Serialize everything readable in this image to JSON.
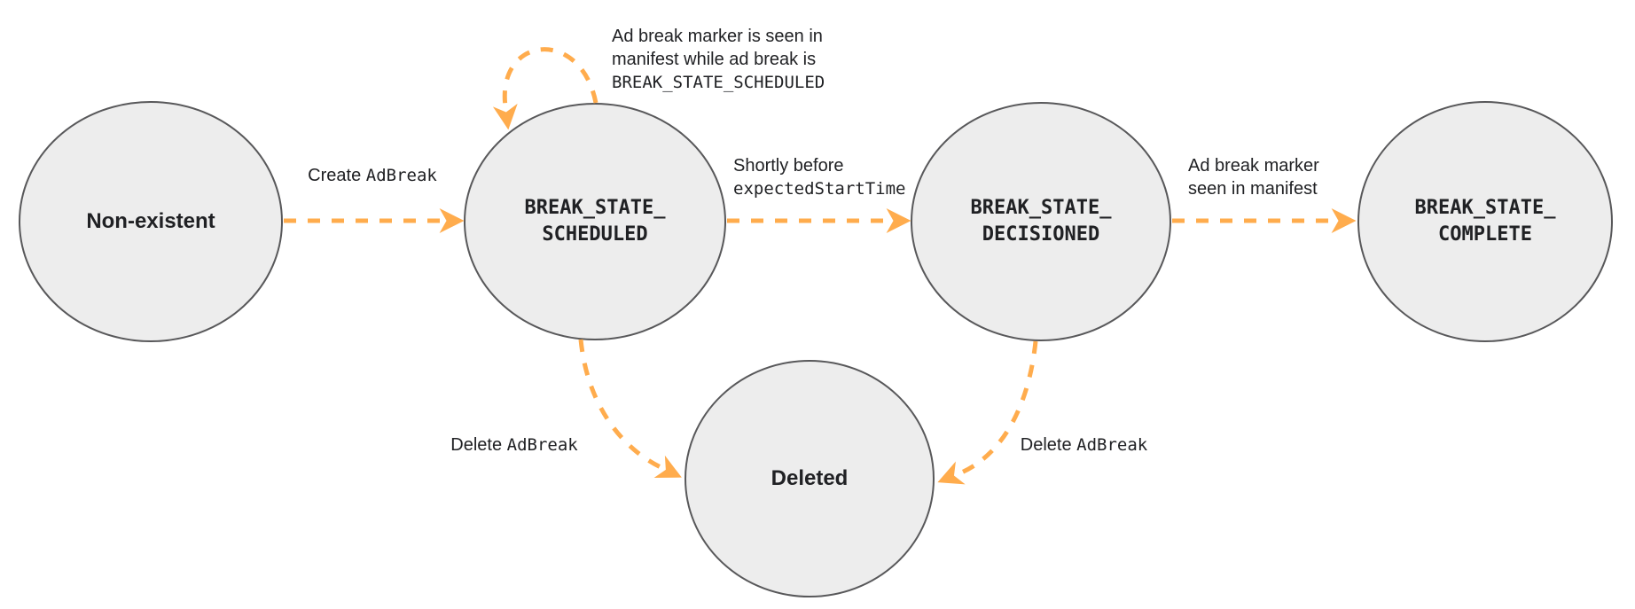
{
  "colors": {
    "arrow": "#FFAC4D",
    "node_fill": "#EDEDED",
    "node_stroke": "#58585A",
    "text": "#202124",
    "background": "#FFFFFF"
  },
  "nodes": {
    "non_existent": {
      "label": "Non-existent"
    },
    "scheduled": {
      "line1": "BREAK_STATE_",
      "line2": "SCHEDULED"
    },
    "decisioned": {
      "line1": "BREAK_STATE_",
      "line2": "DECISIONED"
    },
    "complete": {
      "line1": "BREAK_STATE_",
      "line2": "COMPLETE"
    },
    "deleted": {
      "label": "Deleted"
    }
  },
  "edges": {
    "create": {
      "text": "Create ",
      "code": "AdBreak"
    },
    "self_loop": {
      "line1": "Ad break marker is seen in",
      "line2": "manifest while ad break is",
      "code_line": "BREAK_STATE_SCHEDULED"
    },
    "to_decisioned": {
      "line1": "Shortly before",
      "code_line": "expectedStartTime"
    },
    "to_complete": {
      "line1": "Ad break marker",
      "line2": "seen in manifest"
    },
    "delete_scheduled": {
      "text": "Delete ",
      "code": "AdBreak"
    },
    "delete_decisioned": {
      "text": "Delete ",
      "code": "AdBreak"
    }
  }
}
